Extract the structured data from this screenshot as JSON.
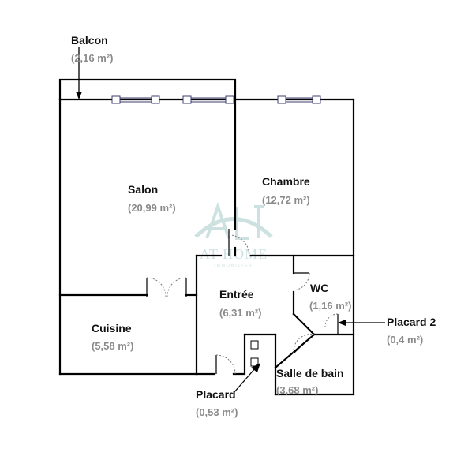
{
  "rooms": {
    "balcon": {
      "name": "Balcon",
      "area": "(2,16 m²)"
    },
    "salon": {
      "name": "Salon",
      "area": "(20,99 m²)"
    },
    "chambre": {
      "name": "Chambre",
      "area": "(12,72 m²)"
    },
    "entree": {
      "name": "Entrée",
      "area": "(6,31 m²)"
    },
    "wc": {
      "name": "WC",
      "area": "(1,16 m²)"
    },
    "placard2": {
      "name": "Placard 2",
      "area": "(0,4 m²)"
    },
    "cuisine": {
      "name": "Cuisine",
      "area": "(5,58 m²)"
    },
    "sdb": {
      "name": "Salle de bain",
      "area": "(3,68 m²)"
    },
    "placard": {
      "name": "Placard",
      "area": "(0,53 m²)"
    }
  },
  "watermark": {
    "text": "AT HOME",
    "sub": "IMMOBILIER"
  },
  "colors": {
    "wall": "#000000",
    "label": "#111111",
    "area": "#8a8a8a",
    "watermark": "#c9dede"
  }
}
